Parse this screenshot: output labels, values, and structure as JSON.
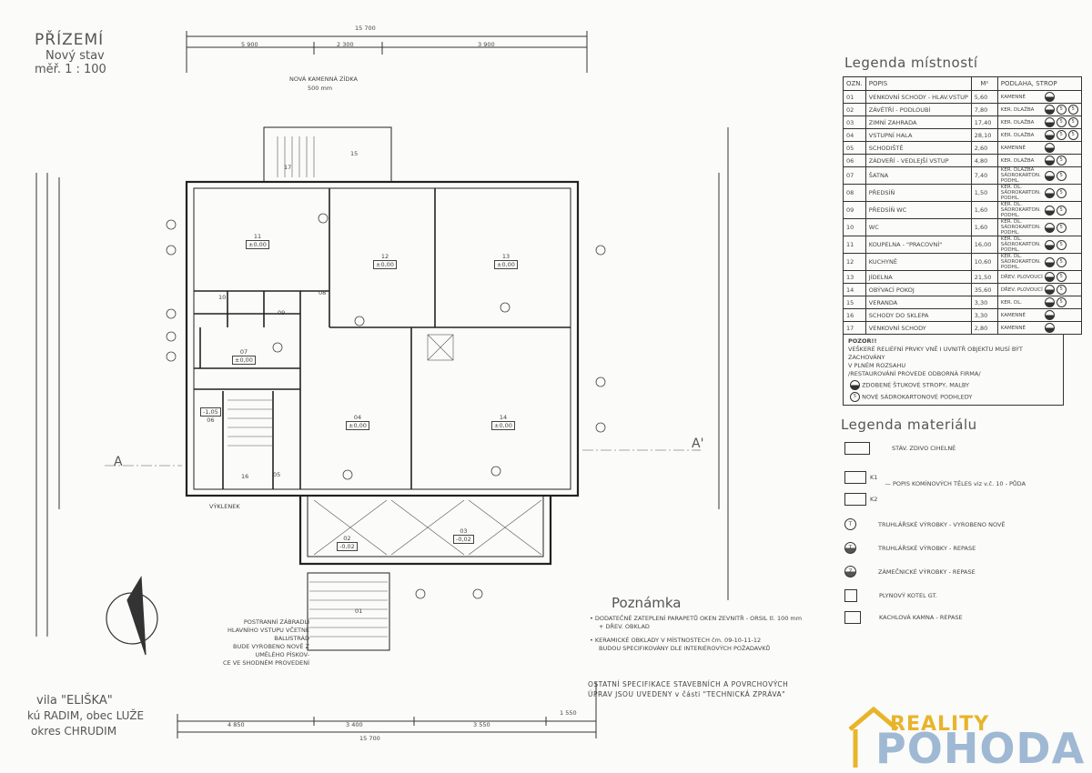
{
  "sheet": {
    "title": "PŘÍZEMÍ",
    "subtitle": "Nový stav",
    "scale": "měř. 1 : 100"
  },
  "rooms_legend": {
    "title": "Legenda místností",
    "headers": [
      "OZN.",
      "POPIS",
      "M²",
      "PODLAHA, STROP"
    ],
    "rows": [
      {
        "no": "01",
        "desc": "VENKOVNÍ SCHODY - HLAV.VSTUP",
        "area": "5,60",
        "floor": "KAMENNÉ",
        "sym": [
          "half"
        ]
      },
      {
        "no": "02",
        "desc": "ZÁVĚTŘÍ - PODLOUBÍ",
        "area": "7,80",
        "floor": "KER. DLAŽBA",
        "sym": [
          "half",
          "5",
          "5"
        ]
      },
      {
        "no": "03",
        "desc": "ZIMNÍ ZAHRADA",
        "area": "17,40",
        "floor": "KER. DLAŽBA",
        "sym": [
          "half",
          "5",
          "5"
        ]
      },
      {
        "no": "04",
        "desc": "VSTUPNÍ HALA",
        "area": "28,10",
        "floor": "KER. DLAŽBA",
        "sym": [
          "half",
          "5",
          "5"
        ]
      },
      {
        "no": "05",
        "desc": "SCHODIŠTĚ",
        "area": "2,60",
        "floor": "KAMENNÉ",
        "sym": [
          "half"
        ]
      },
      {
        "no": "06",
        "desc": "ZÁDVEŘÍ - VEDLEJŠÍ VSTUP",
        "area": "4,80",
        "floor": "KER. DLAŽBA",
        "sym": [
          "half",
          "5"
        ]
      },
      {
        "no": "07",
        "desc": "ŠATNA",
        "area": "7,40",
        "floor": "KER. DLAŽBA SÁDROKARTON. PODHL.",
        "sym": [
          "half",
          "5"
        ]
      },
      {
        "no": "08",
        "desc": "PŘEDSÍŇ",
        "area": "1,50",
        "floor": "KER. DL. SÁDROKARTON. PODHL.",
        "sym": [
          "half",
          "5"
        ]
      },
      {
        "no": "09",
        "desc": "PŘEDSÍŇ WC",
        "area": "1,60",
        "floor": "KER. DL. SÁDROKARTON. PODHL.",
        "sym": [
          "half",
          "5"
        ]
      },
      {
        "no": "10",
        "desc": "WC",
        "area": "1,60",
        "floor": "KER. DL. SÁDROKARTON. PODHL.",
        "sym": [
          "half",
          "5"
        ]
      },
      {
        "no": "11",
        "desc": "KOUPELNA - \"PRACOVNÍ\"",
        "area": "16,00",
        "floor": "KER. DL. SÁDROKARTON. PODHL.",
        "sym": [
          "half",
          "5"
        ]
      },
      {
        "no": "12",
        "desc": "KUCHYNĚ",
        "area": "10,60",
        "floor": "KER. DL. SÁDROKARTON. PODHL.",
        "sym": [
          "half",
          "5"
        ]
      },
      {
        "no": "13",
        "desc": "JÍDELNA",
        "area": "21,50",
        "floor": "DŘEV. PLOVOUCÍ",
        "sym": [
          "half",
          "5"
        ]
      },
      {
        "no": "14",
        "desc": "OBÝVACÍ POKOJ",
        "area": "35,60",
        "floor": "DŘEV. PLOVOUCÍ",
        "sym": [
          "half",
          "5"
        ]
      },
      {
        "no": "15",
        "desc": "VERANDA",
        "area": "3,30",
        "floor": "KER. DL.",
        "sym": [
          "half",
          "5"
        ]
      },
      {
        "no": "16",
        "desc": "SCHODY DO SKLEPA",
        "area": "3,30",
        "floor": "KAMENNÉ",
        "sym": [
          "half"
        ]
      },
      {
        "no": "17",
        "desc": "VENKOVNÍ SCHODY",
        "area": "2,80",
        "floor": "KAMENNÉ",
        "sym": [
          "half"
        ]
      }
    ],
    "note_title": "POZOR!!",
    "note_text_1": "VEŠKERÉ RELIÉFNÍ PRVKY VNĚ I UVNITŘ OBJEKTU MUSÍ BÝT ZACHOVÁNY",
    "note_text_2": "V PLNÉM ROZSAHU",
    "note_text_3": "/RESTAUROVÁNÍ PROVEDE ODBORNÁ FIRMA/",
    "note_sym_1": "ZDOBENÉ ŠTUKOVÉ STROPY, MALBY",
    "note_sym_2": "NOVÉ SÁDROKARTONOVÉ PODHLEDY"
  },
  "materials_legend": {
    "title": "Legenda materiálu",
    "items": [
      {
        "sym": "",
        "label": "STÁV. ZDIVO CIHELNÉ"
      },
      {
        "sym": "K1",
        "label": "— POPIS KOMÍNOVÝCH TĚLES viz v.č. 10 - PŮDA"
      },
      {
        "sym": "K2",
        "label": ""
      },
      {
        "sym": "T",
        "label": "TRUHLÁŘSKÉ VÝROBKY - VYROBENO NOVĚ"
      },
      {
        "sym": "T",
        "label": "TRUHLÁŘSKÉ VÝROBKY - REPASE"
      },
      {
        "sym": "Z",
        "label": "ZÁMEČNICKÉ VÝROBKY - REPASE"
      },
      {
        "sym": "",
        "label": "PLYNOVÝ KOTEL GT."
      },
      {
        "sym": "",
        "label": "KACHLOVÁ KAMNA - REPASE"
      }
    ]
  },
  "note": {
    "title": "Poznámka",
    "line1": "• DODATEČNÉ ZATEPLENÍ PARAPETŮ OKEN ZEVNITŘ - ORSIL tl. 100 mm",
    "line2": "+ DŘEV. OBKLAD",
    "line3": "• KERAMICKÉ OBKLADY V MÍSTNOSTECH   čm. 09-10-11-12",
    "line4": "BUDOU SPECIFIKOVÁNY DLE INTERIÉROVÝCH POŽADAVKŮ",
    "spec1": "OSTATNÍ SPECIFIKACE STAVEBNÍCH A POVRCHOVÝCH",
    "spec2": "ÚPRAV JSOU UVEDENY v části \"TECHNICKÁ ZPRÁVA\""
  },
  "project": {
    "name": "vila \"ELIŠKA\"",
    "location": "kú RADIM, obec LUŽE",
    "district": "okres CHRUDIM"
  },
  "plan_labels": {
    "top_total": "15 700",
    "bottom_total": "15 700",
    "top_dims": [
      "5 900",
      "2 300",
      "3 900"
    ],
    "bottom_dims": [
      "4 850",
      "3 400",
      "3 550",
      "1 550"
    ],
    "new_stone_line": "NOVÁ KAMENNÁ ZÍDKA",
    "stone_line_dim": "500 mm",
    "rail_note_1": "POSTRANNÍ ZÁBRADLÍ",
    "rail_note_2": "HLAVNÍHO VSTUPU VČETNĚ BALUSTRÁD",
    "rail_note_3": "BUDE VYROBENO NOVĚ Z UMĚLÉHO PÍSKOV-",
    "rail_note_4": "CE VE SHODNÉM PROVEDENÍ",
    "vyklenek": "VÝKLENEK",
    "section_a": "A",
    "section_a2": "A'",
    "rooms": [
      {
        "no": "11",
        "lvl": "±0,00"
      },
      {
        "no": "12",
        "lvl": "±0,00"
      },
      {
        "no": "13",
        "lvl": "±0,00"
      },
      {
        "no": "04",
        "lvl": "±0,00"
      },
      {
        "no": "14",
        "lvl": "±0,00"
      },
      {
        "no": "07",
        "lvl": "±0,00"
      },
      {
        "no": "06",
        "lvl": "-1,05"
      },
      {
        "no": "02",
        "lvl": "-0,02"
      },
      {
        "no": "03",
        "lvl": "-0,02"
      },
      {
        "no": "01",
        "lvl": ""
      },
      {
        "no": "15",
        "lvl": ""
      },
      {
        "no": "17",
        "lvl": ""
      },
      {
        "no": "10",
        "lvl": ""
      },
      {
        "no": "09",
        "lvl": ""
      },
      {
        "no": "08",
        "lvl": ""
      },
      {
        "no": "05",
        "lvl": ""
      },
      {
        "no": "16",
        "lvl": ""
      }
    ]
  },
  "logo": {
    "top": "REALITY",
    "bottom": "POHODA"
  }
}
